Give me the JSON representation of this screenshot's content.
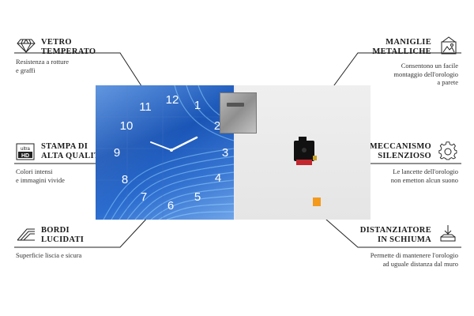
{
  "features": {
    "tempered_glass": {
      "title_line1": "VETRO",
      "title_line2": "TEMPERATO",
      "desc_line1": "Resistenza a rotture",
      "desc_line2": "e graffi"
    },
    "hd_print": {
      "title_line1": "STAMPA DI",
      "title_line2": "ALTA QUALITÀ",
      "desc_line1": "Colori intensi",
      "desc_line2": "e immagini vivide",
      "icon_text_top": "ultra",
      "icon_text_bottom": "HD"
    },
    "polished_edges": {
      "title_line1": "BORDI",
      "title_line2": "LUCIDATI",
      "desc_line1": "Superficie liscia e sicura"
    },
    "metal_hangers": {
      "title_line1": "MANIGLIE",
      "title_line2": "METALLICHE",
      "desc_line1": "Consentono un facile",
      "desc_line2": "montaggio dell'orologio",
      "desc_line3": "a parete"
    },
    "silent_mechanism": {
      "title_line1": "MECCANISMO",
      "title_line2": "SILENZIOSO",
      "desc_line1": "Le lancette dell'orologio",
      "desc_line2": "non emetton alcun suono"
    },
    "foam_spacer": {
      "title_line1": "DISTANZIATORE",
      "title_line2": "IN SCHIUMA",
      "desc_line1": "Permette di mantenere l'orologio",
      "desc_line2": "ad uguale distanza dal muro"
    }
  },
  "clock": {
    "numbers": [
      "12",
      "1",
      "2",
      "3",
      "4",
      "5",
      "6",
      "7",
      "8",
      "9",
      "10",
      "11"
    ]
  },
  "icons": {
    "tempered_glass": "diamond-icon",
    "hd_print": "ultra-hd-icon",
    "polished_edges": "edge-icon",
    "metal_hangers": "hanger-icon",
    "silent_mechanism": "gear-icon",
    "foam_spacer": "spacer-icon"
  },
  "colors": {
    "clock_blue": "#1a55b6",
    "spacer_orange": "#f39a1c",
    "text": "#1a1a1a"
  }
}
